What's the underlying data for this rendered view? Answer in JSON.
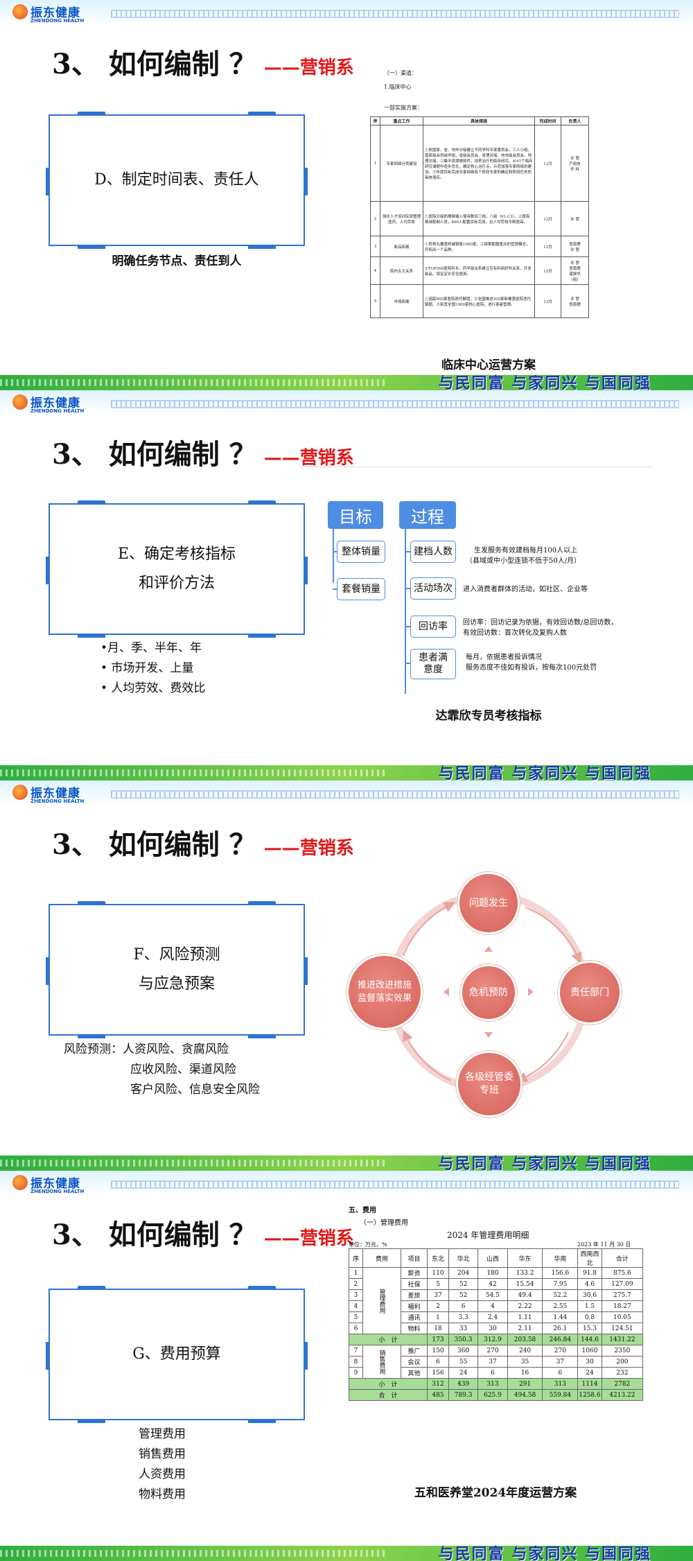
{
  "brand": {
    "logo_cn": "振东健康",
    "logo_en": "ZHENDONG HEALTH",
    "slogan": "与民同富 与家同兴 与国同强"
  },
  "slides": [
    {
      "title": "3、 如何编制 ？",
      "subtitle": "——营销系",
      "frame_text": [
        "D、制定时间表、责任人"
      ],
      "caption": "明确任务节点、责任到人",
      "doc": {
        "head1": "（一）渠道：",
        "head2": "1.临床中心",
        "head3": "一部实施方案：",
        "columns": [
          "序",
          "重点工作",
          "具体措施",
          "完成时间",
          "负责人"
        ],
        "rows": [
          [
            "1",
            "专家网络分类建设",
            "①依国家、省、地市分级建立不同学科专家委员会，三人小组。国家级会员级学组，省级会员会、省理对接、地市级会员会，地理对接。②集中资源做软件，培养治疗的临床研究。从41个临床研究课题中逐步优化，确定核心治疗点，示范加强专家网络的建设。③年度目标完成专家网络各个阶段专家的确定和阶段任务的具体落实。",
            "12月",
            "许 慧\n产组信\n乔 科"
          ],
          [
            "2",
            "强化人才培训实现管理医药，人均劳效",
            "①医院分级抓静脉输入使用数目三档，八级（61-C3）。②医院精准配制人员，600人配置目标完成，且人均劳效不断提高。",
            "12月",
            "许 慧"
          ],
          [
            "3",
            "新品拓展",
            "①西青丸覆盖终端销售1000家，②探索配额重点的营销模式，开拓出一个品种。",
            "12月",
            "吾南理\n许 慧"
          ],
          [
            "4",
            "院内五大关系",
            "①TOP300医院科长，药学部关系建立空有利用好科关系，开发新品，保证定价安全使用。",
            "12月",
            "许 慧\n吾南理\n龚振华\n(组)"
          ],
          [
            "5",
            "市场拓展",
            "①追踪900家医院迭代解题。②全国推进200家新覆盖医院迭代解题。③拓宽全国1000家核心医院，进行患者管理。",
            "12月",
            "许 慧\n吾南理"
          ]
        ]
      },
      "doc_caption": "临床中心运营方案"
    },
    {
      "title": "3、 如何编制 ？",
      "subtitle": "——营销系",
      "frame_text": [
        "E、确定考核指标",
        "和评价方法"
      ],
      "bullets": [
        "•月、季、半年、年",
        "• 市场开发、上量",
        "• 人均劳效、费效比"
      ],
      "diagram": {
        "goal_label": "目标",
        "process_label": "过程",
        "goals": [
          "整体销量",
          "套餐销量"
        ],
        "processes": [
          {
            "label": "建档人数",
            "desc": [
              "生发服务有效建档每月100人以上",
              "（县域或中小型连锁不低于50人/月）"
            ]
          },
          {
            "label": "活动场次",
            "desc": [
              "进入消费者群体的活动，如社区、企业等"
            ]
          },
          {
            "label": "回访率",
            "desc": [
              "回访率：回访记录为依据，有效回访数/总回访数，",
              "有效回访数：首次转化及复购人数"
            ]
          },
          {
            "label": "患者满意度",
            "desc": [
              "每月，依据患者投诉情况",
              "服务态度不佳如有投诉，按每次100元处罚"
            ]
          }
        ]
      },
      "doc_caption": "达霏欣专员考核指标"
    },
    {
      "title": "3、 如何编制 ？",
      "subtitle": "——营销系",
      "frame_text": [
        "F、风险预测",
        "与应急预案"
      ],
      "risk_lines": [
        "风险预测：人资风险、贪腐风险",
        "应收风险、渠道风险",
        "客户风险、信息安全风险"
      ],
      "cycle": {
        "center": "危机预防",
        "top": "问题发生",
        "right": "责任部门",
        "bottom": "各级经管委\n专班",
        "left": "推进改进措施\n监督落实效果"
      }
    },
    {
      "title": "3、 如何编制 ？",
      "subtitle": "——营销系",
      "frame_text": [
        "G、费用预算"
      ],
      "expense_items": [
        "管理费用",
        "销售费用",
        "人资费用",
        "物料费用"
      ],
      "doc": {
        "head1": "五、费用",
        "head2": "（一）管理费用",
        "table_title": "2024 年管理费用明细",
        "unit": "单位：万元，%",
        "date": "2023 年 11 月 30 日",
        "columns": [
          "序",
          "费用",
          "项目",
          "东北",
          "华北",
          "山西",
          "华东",
          "华南",
          "西南西北",
          "合计"
        ],
        "group_a": "管理费用",
        "group_b": "销售费用",
        "rows_a": [
          [
            "1",
            "薪资",
            "110",
            "204",
            "180",
            "133.2",
            "156.6",
            "91.8",
            "875.6"
          ],
          [
            "2",
            "社保",
            "5",
            "52",
            "42",
            "15.54",
            "7.95",
            "4.6",
            "127.09"
          ],
          [
            "3",
            "差旅",
            "37",
            "52",
            "54.5",
            "49.4",
            "52.2",
            "30.6",
            "275.7"
          ],
          [
            "4",
            "福利",
            "2",
            "6",
            "4",
            "2.22",
            "2.55",
            "1.5",
            "18.27"
          ],
          [
            "5",
            "通讯",
            "1",
            "3.3",
            "2.4",
            "1.11",
            "1.44",
            "0.8",
            "10.05"
          ],
          [
            "6",
            "物料",
            "18",
            "33",
            "30",
            "2.11",
            "26.1",
            "15.3",
            "124.51"
          ]
        ],
        "subtotal_a": [
          "小　计",
          "173",
          "350.3",
          "312.9",
          "203.58",
          "246.84",
          "144.6",
          "1431.22"
        ],
        "rows_b": [
          [
            "7",
            "推广",
            "150",
            "360",
            "270",
            "240",
            "270",
            "1060",
            "2350"
          ],
          [
            "8",
            "会议",
            "6",
            "55",
            "37",
            "35",
            "37",
            "30",
            "200"
          ],
          [
            "9",
            "其他",
            "156",
            "24",
            "6",
            "16",
            "6",
            "24",
            "232"
          ]
        ],
        "subtotal_b": [
          "小　计",
          "312",
          "439",
          "313",
          "291",
          "313",
          "1114",
          "2782"
        ],
        "total": [
          "合　计",
          "485",
          "789.3",
          "625.9",
          "494.58",
          "559.84",
          "1258.6",
          "4213.22"
        ]
      },
      "doc_caption": "五和医养堂2024年度运营方案"
    }
  ]
}
